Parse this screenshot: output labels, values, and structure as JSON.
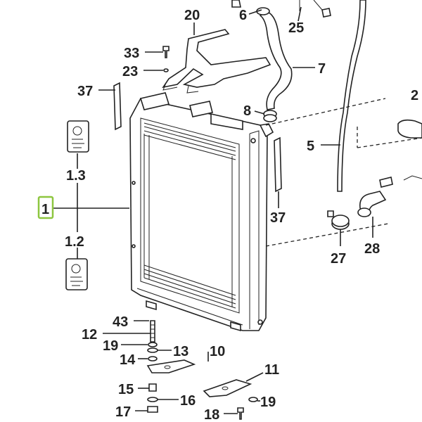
{
  "diagram": {
    "selected_callout": "1",
    "highlight_color": "#8dc63f",
    "line_color": "#222222",
    "background_color": "#ffffff",
    "callouts": {
      "c20": "20",
      "c6": "6",
      "c25": "25",
      "c33": "33",
      "c7": "7",
      "c23": "23",
      "c37a": "37",
      "c2": "2",
      "c8": "8",
      "c5": "5",
      "c13a": "1.3",
      "c1": "1",
      "c37b": "37",
      "c12a": "1.2",
      "c27": "27",
      "c28": "28",
      "c43": "43",
      "c12": "12",
      "c19a": "19",
      "c13": "13",
      "c10": "10",
      "c14": "14",
      "c11": "11",
      "c15": "15",
      "c16": "16",
      "c19b": "19",
      "c17": "17",
      "c18": "18"
    }
  }
}
